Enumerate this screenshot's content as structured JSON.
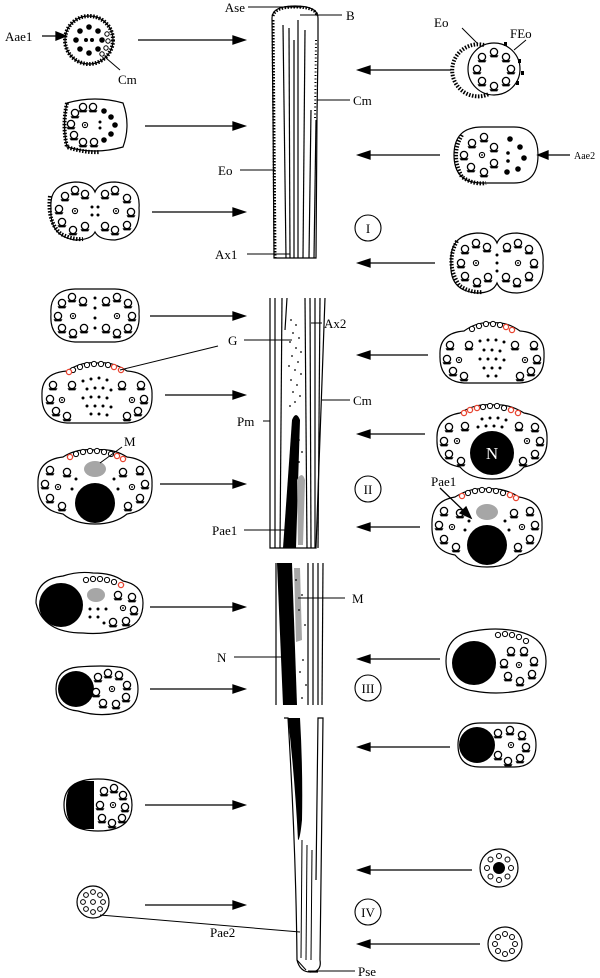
{
  "labels": {
    "ase": "Ase",
    "b": "B",
    "aae1": "Aae1",
    "cm_tl": "Cm",
    "eo_r": "Eo",
    "feo": "FEo",
    "cm_r1": "Cm",
    "aae2": "Aae2",
    "eo_l": "Eo",
    "ax1": "Ax1",
    "ax2": "Ax2",
    "g": "G",
    "cm_r2": "Cm",
    "pm": "Pm",
    "m1": "M",
    "n_sec": "N",
    "pae1_r": "Pae1",
    "pae1_l": "Pae1",
    "m2": "M",
    "n2": "N",
    "pae2": "Pae2",
    "pse": "Pse"
  },
  "zones": [
    "I",
    "II",
    "III",
    "IV"
  ],
  "colors": {
    "ink": "#000000",
    "mito": "#a6a6a6",
    "odf_highlight": "#e8432f",
    "paper": "#ffffff"
  }
}
